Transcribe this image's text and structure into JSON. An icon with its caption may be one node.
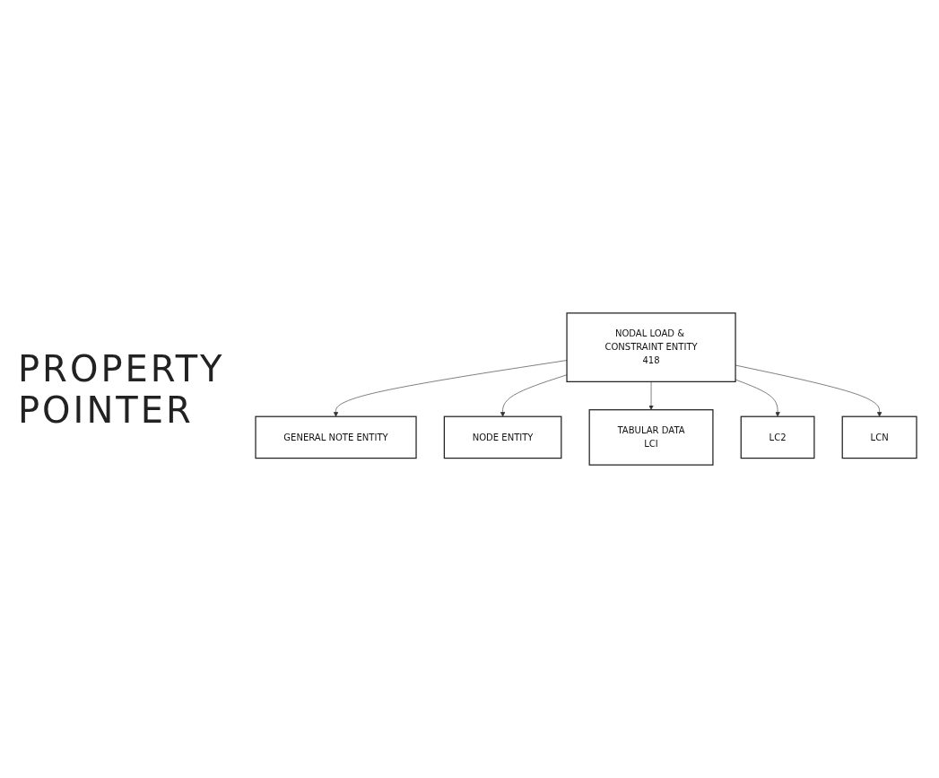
{
  "diagram": {
    "nodes": [
      {
        "text": [
          "NODAL LOAD & CONSTRAINT ENTITY",
          "418"
        ]
      },
      {
        "text": [
          "GENERAL NOTE ENTITY"
        ]
      },
      {
        "text": [
          "NODE ENTITY"
        ]
      },
      {
        "text": [
          "TABULAR DATA",
          "LCI"
        ]
      },
      {
        "text": [
          "LC2"
        ]
      },
      {
        "text": [
          "LCN"
        ]
      }
    ],
    "edges": [
      {
        "from": 0,
        "to": 1,
        "arrow": "to"
      },
      {
        "from": 0,
        "to": 2,
        "arrow": "to"
      },
      {
        "from": 0,
        "to": 3,
        "arrow": "to"
      },
      {
        "from": 0,
        "to": 4,
        "arrow": "to"
      },
      {
        "from": 0,
        "to": 5,
        "arrow": "to"
      }
    ],
    "labels": [
      "PROPERTY POINTER"
    ]
  }
}
